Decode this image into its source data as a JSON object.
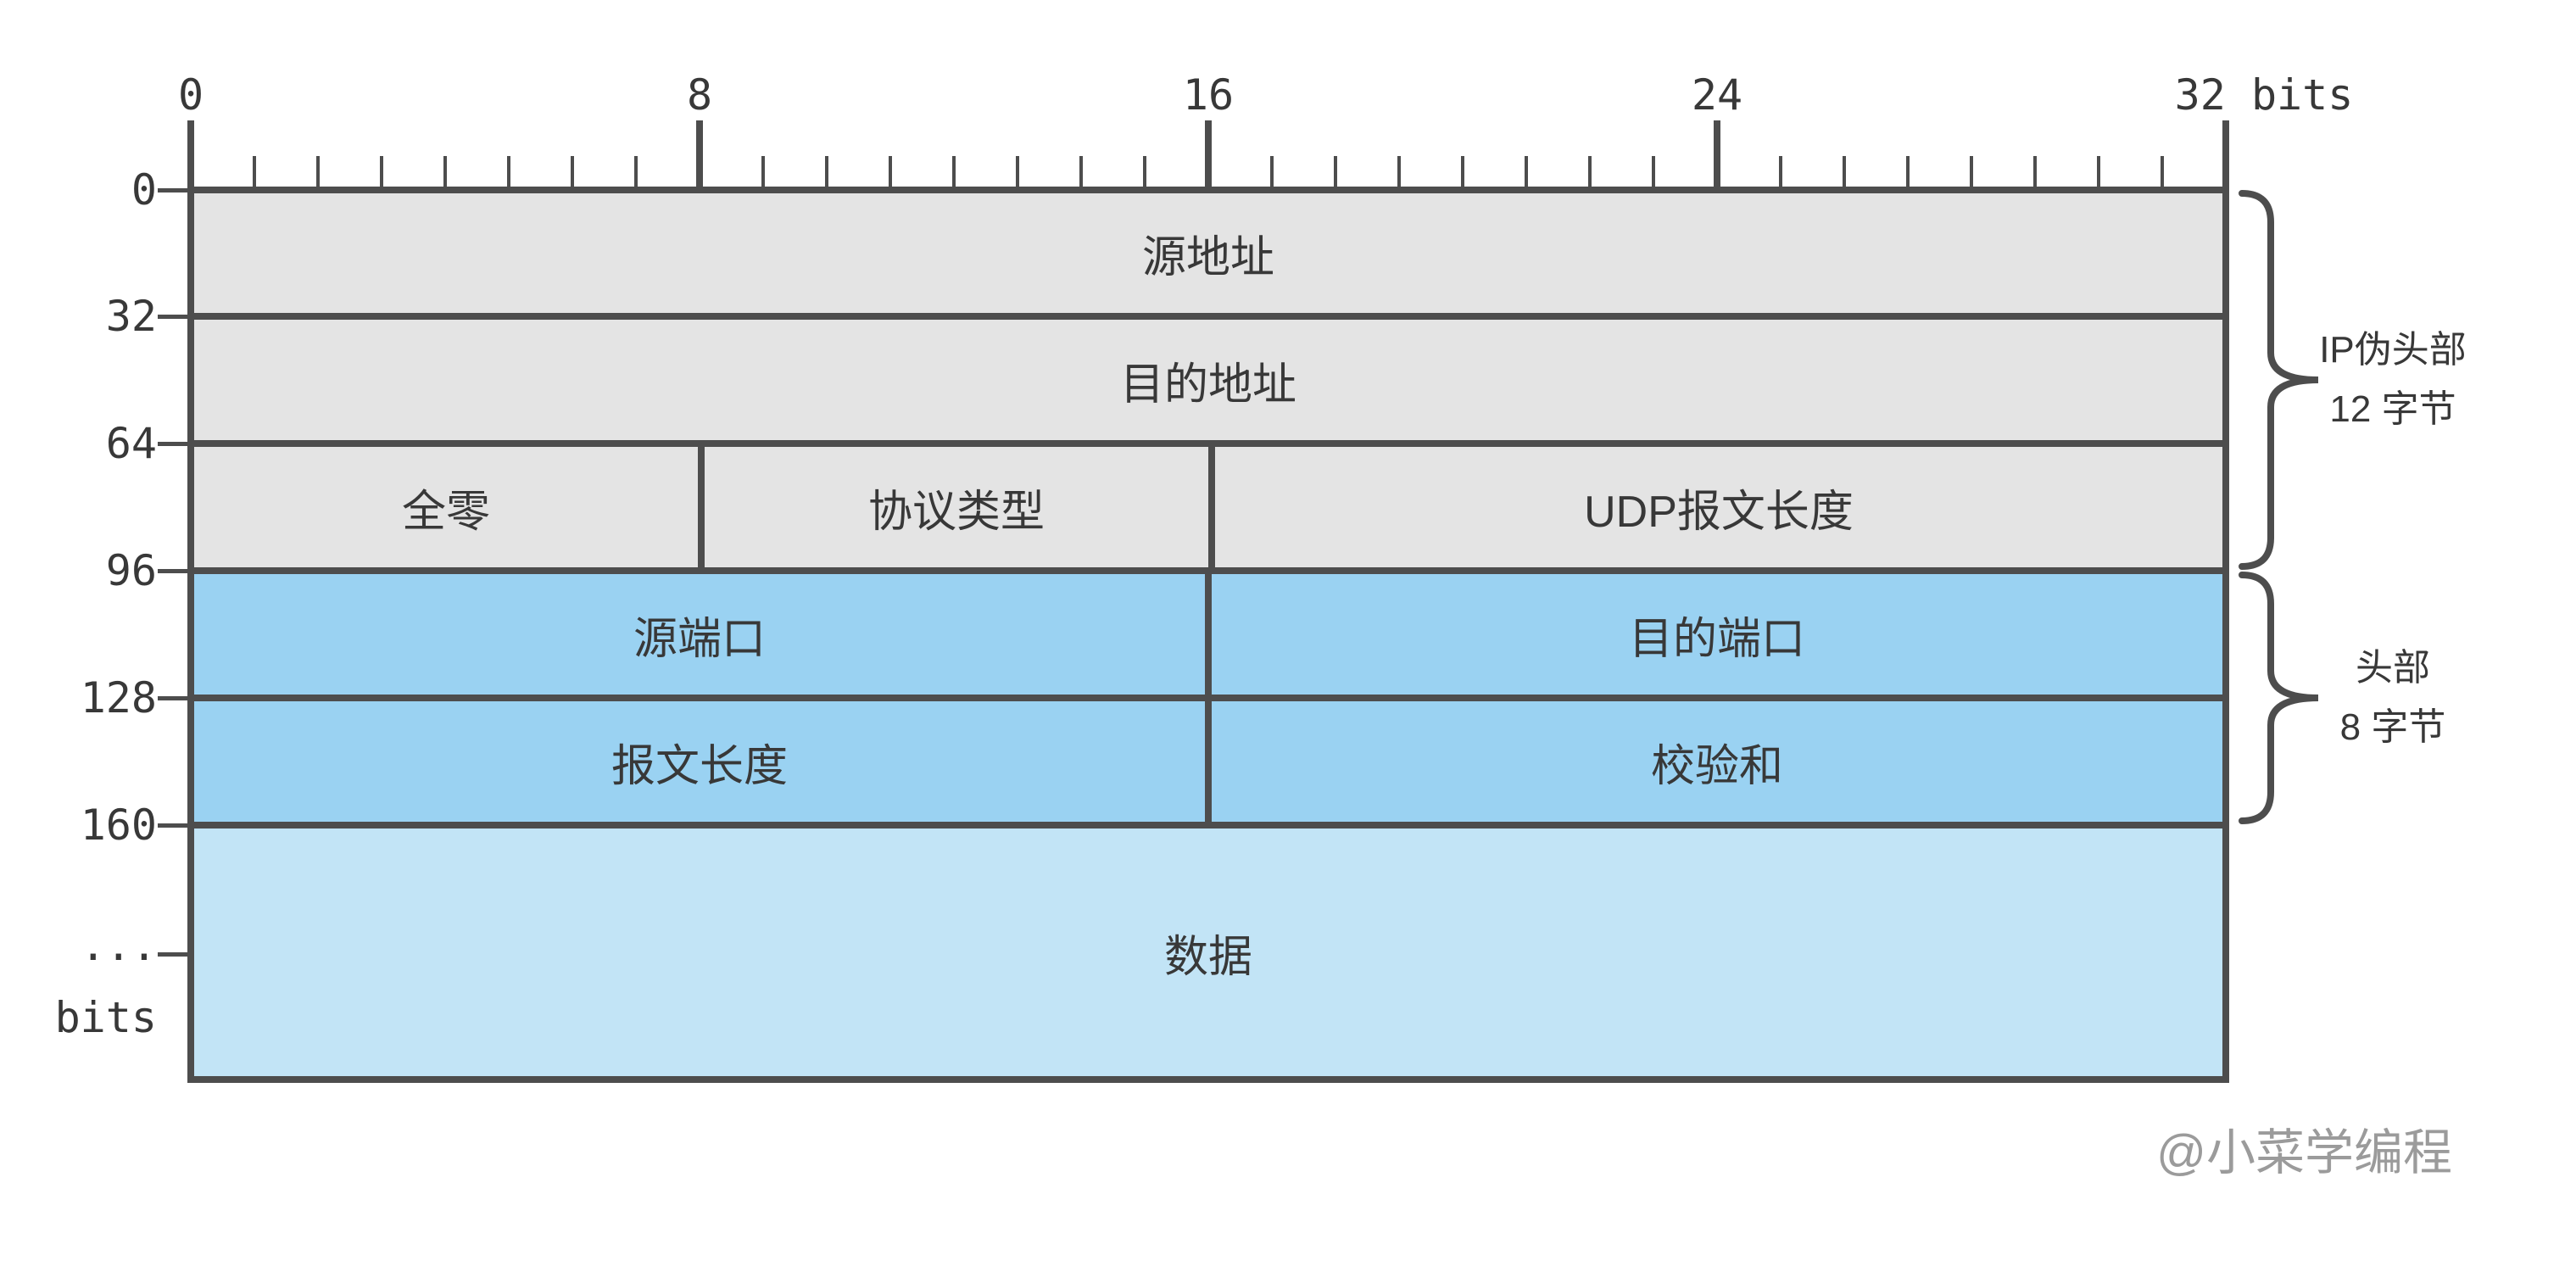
{
  "diagram": {
    "ruler": {
      "total_bits": 32,
      "major_every": 8,
      "labels": [
        {
          "text": "0",
          "bit": 0
        },
        {
          "text": "8",
          "bit": 8
        },
        {
          "text": "16",
          "bit": 16
        },
        {
          "text": "24",
          "bit": 24
        },
        {
          "text": "32 bits",
          "bit": 32
        }
      ]
    },
    "left_axis": {
      "bit_labels": [
        "0",
        "32",
        "64",
        "96",
        "128",
        "160"
      ],
      "ellipsis_label": "...",
      "unit_label": "bits"
    },
    "rows": [
      {
        "fill": "gray",
        "cells": [
          {
            "name": "source-address",
            "label": "源地址",
            "span": 32
          }
        ]
      },
      {
        "fill": "gray",
        "cells": [
          {
            "name": "destination-address",
            "label": "目的地址",
            "span": 32
          }
        ]
      },
      {
        "fill": "gray",
        "cells": [
          {
            "name": "all-zeros",
            "label": "全零",
            "span": 8
          },
          {
            "name": "protocol-type",
            "label": "协议类型",
            "span": 8
          },
          {
            "name": "udp-datagram-length",
            "label": "UDP报文长度",
            "span": 16
          }
        ]
      },
      {
        "fill": "blue",
        "cells": [
          {
            "name": "source-port",
            "label": "源端口",
            "span": 16
          },
          {
            "name": "destination-port",
            "label": "目的端口",
            "span": 16
          }
        ]
      },
      {
        "fill": "blue",
        "cells": [
          {
            "name": "datagram-length",
            "label": "报文长度",
            "span": 16
          },
          {
            "name": "checksum",
            "label": "校验和",
            "span": 16
          }
        ]
      },
      {
        "fill": "lightblue",
        "cells": [
          {
            "name": "data",
            "label": "数据",
            "span": 32
          }
        ]
      }
    ],
    "braces": [
      {
        "name": "ip-pseudo-header",
        "lines": [
          "IP伪头部",
          "12 字节"
        ],
        "from_row": 0,
        "to_row": 2
      },
      {
        "name": "udp-header",
        "lines": [
          "头部",
          "8 字节"
        ],
        "from_row": 3,
        "to_row": 4
      }
    ],
    "watermark": "@小菜学编程",
    "colors": {
      "gray": "#E4E4E4",
      "blue": "#9AD2F2",
      "lightblue": "#C2E4F6",
      "line": "#4D4D4D",
      "text": "#383838",
      "watermark": "#9B9B9B"
    }
  }
}
